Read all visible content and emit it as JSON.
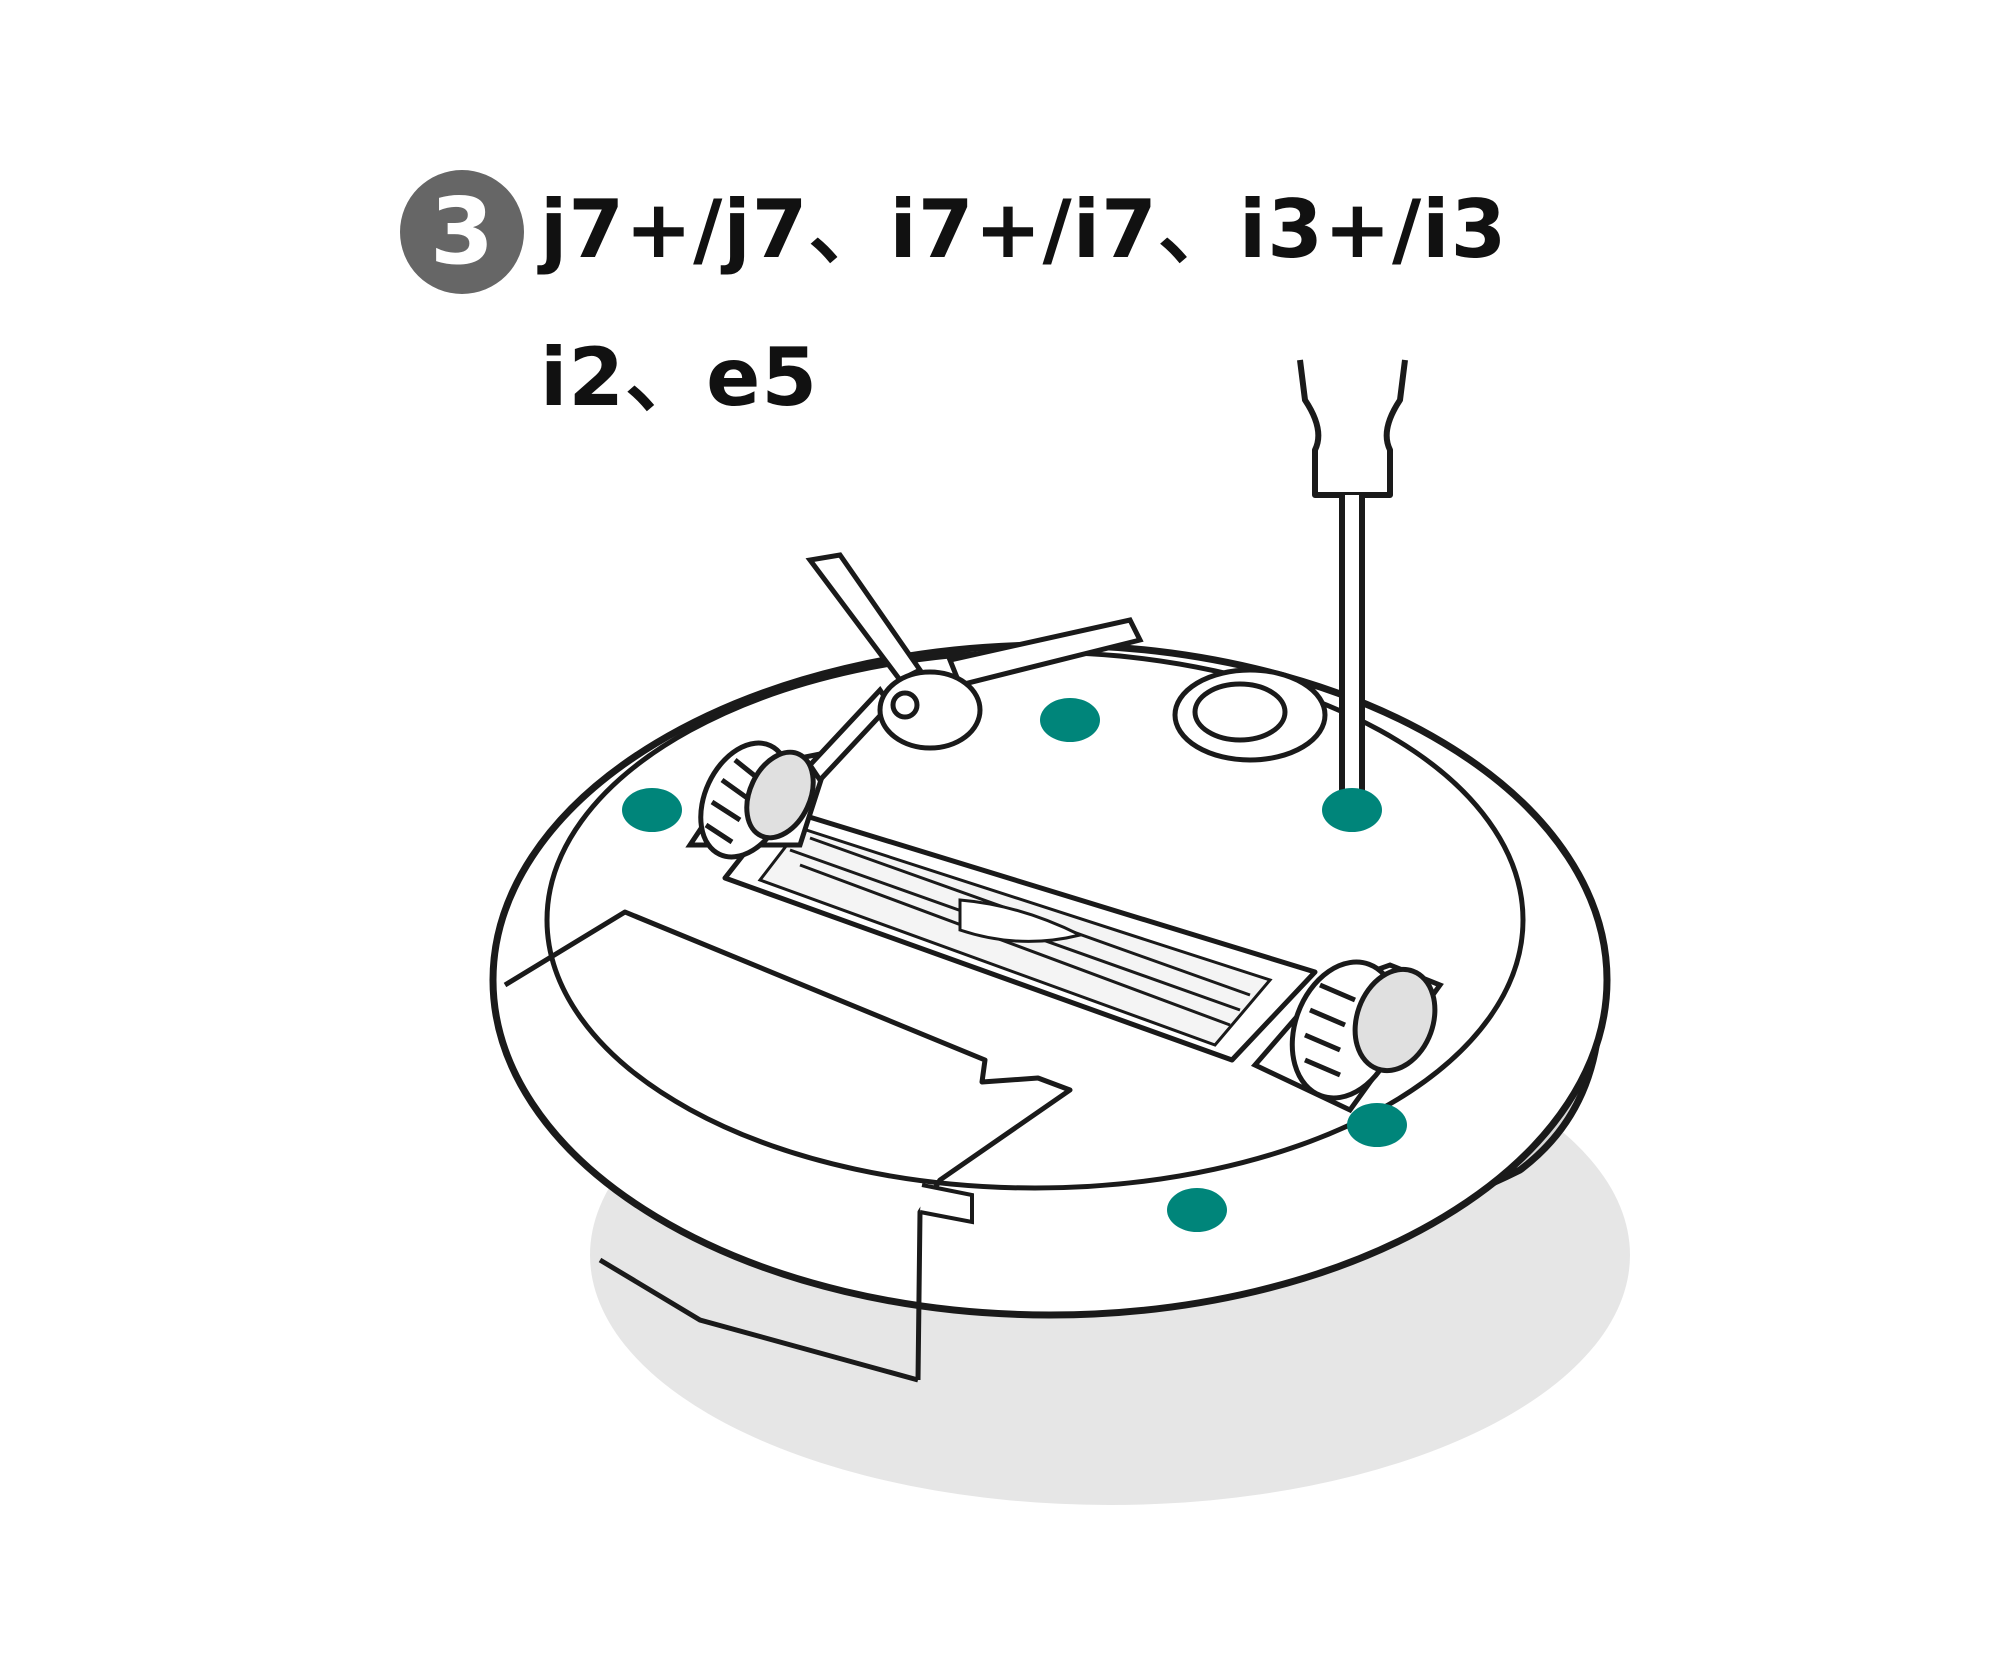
{
  "step": {
    "number": "3",
    "badge_color": "#666666"
  },
  "models": {
    "line1": "j7+/j7、i7+/i7、i3+/i3",
    "line2": "i2、e5"
  },
  "colors": {
    "screw_marker": "#00857a",
    "outline": "#1a1a1a",
    "body_side": "#d9d9d9",
    "shadow": "#e6e6e6",
    "background": "#ffffff"
  },
  "icons": {
    "tool": "screwdriver-icon",
    "robot": "robot-vacuum-underside"
  }
}
